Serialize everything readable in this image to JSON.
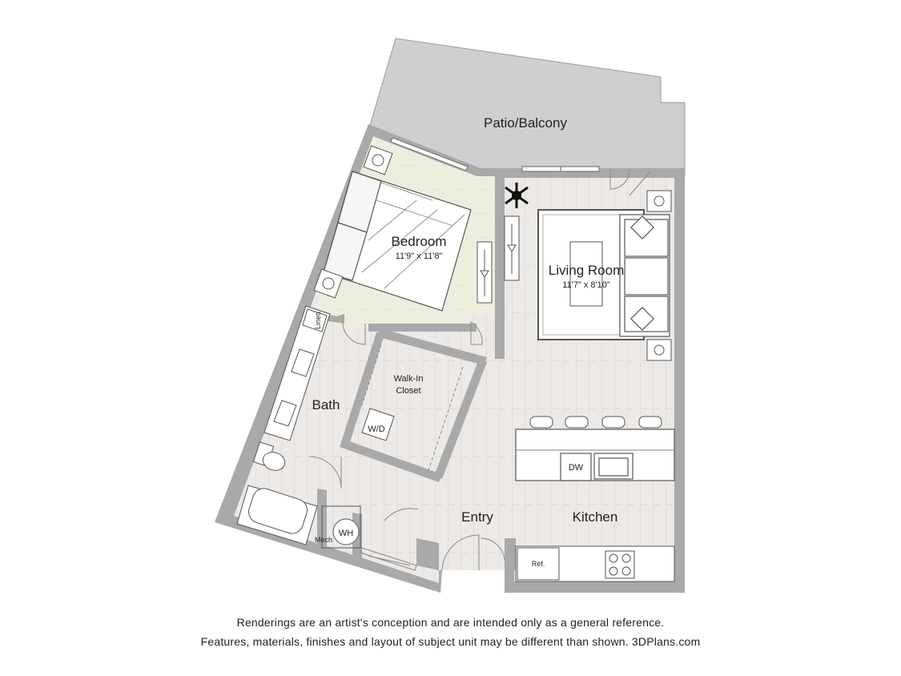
{
  "rooms": {
    "patio": "Patio/Balcony",
    "bedroom": "Bedroom",
    "bedroom_dims": "11'9\" x 11'8\"",
    "living": "Living Room",
    "living_dims": "11'7\" x 8'10\"",
    "closet_line1": "Walk-In",
    "closet_line2": "Closet",
    "bath": "Bath",
    "entry": "Entry",
    "kitchen": "Kitchen"
  },
  "fixtures": {
    "linen": "Linen",
    "washer_dryer": "W/D",
    "dishwasher": "DW",
    "water_heater": "WH",
    "mech": "Mech",
    "refrigerator": "Ref."
  },
  "disclaimer": {
    "line1": "Renderings are an artist's conception and are intended only as a general reference.",
    "line2": "Features, materials, finishes and layout of subject unit may be different than shown. 3DPlans.com"
  },
  "colors": {
    "wall": "#a9a9a9",
    "floor": "#ece9e6",
    "patio": "#cfcfcf",
    "bedroom_carpet": "#eeeedd",
    "rug": "#ffffff",
    "furniture_line": "#555555"
  }
}
